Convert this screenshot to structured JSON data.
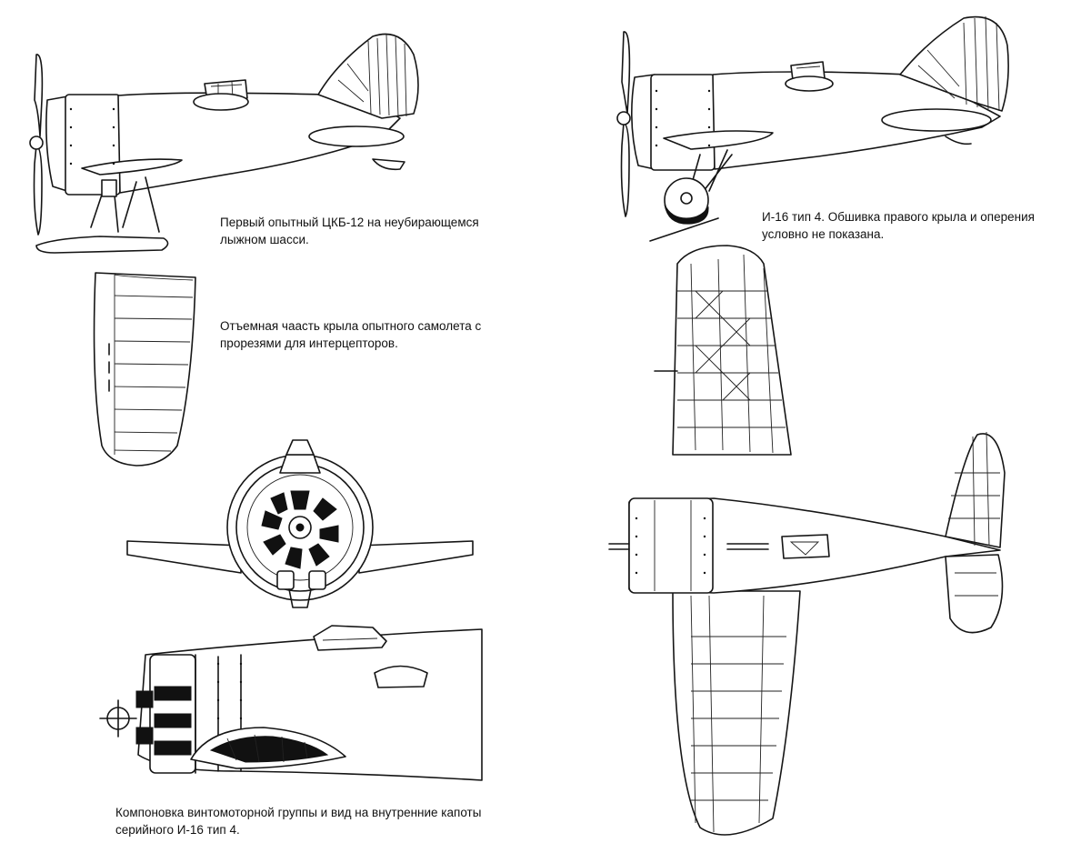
{
  "captions": {
    "prototype_ski": {
      "line1": "Первый опытный ЦКБ-12 на неубирающемся",
      "line2": "лыжном шасси."
    },
    "type4_side": {
      "line1": "И-16 тип 4. Обшивка правого крыла и оперения",
      "line2": "условно не показана."
    },
    "wing_panel": {
      "line1": "Отъемная чаасть крыла опытного самолета с",
      "line2": "прорезями для интерцепторов."
    },
    "engine_layout": {
      "line1": "Компоновка винтомоторной группы и вид на внутренние капоты",
      "line2": "серийного И-16 тип 4."
    }
  }
}
